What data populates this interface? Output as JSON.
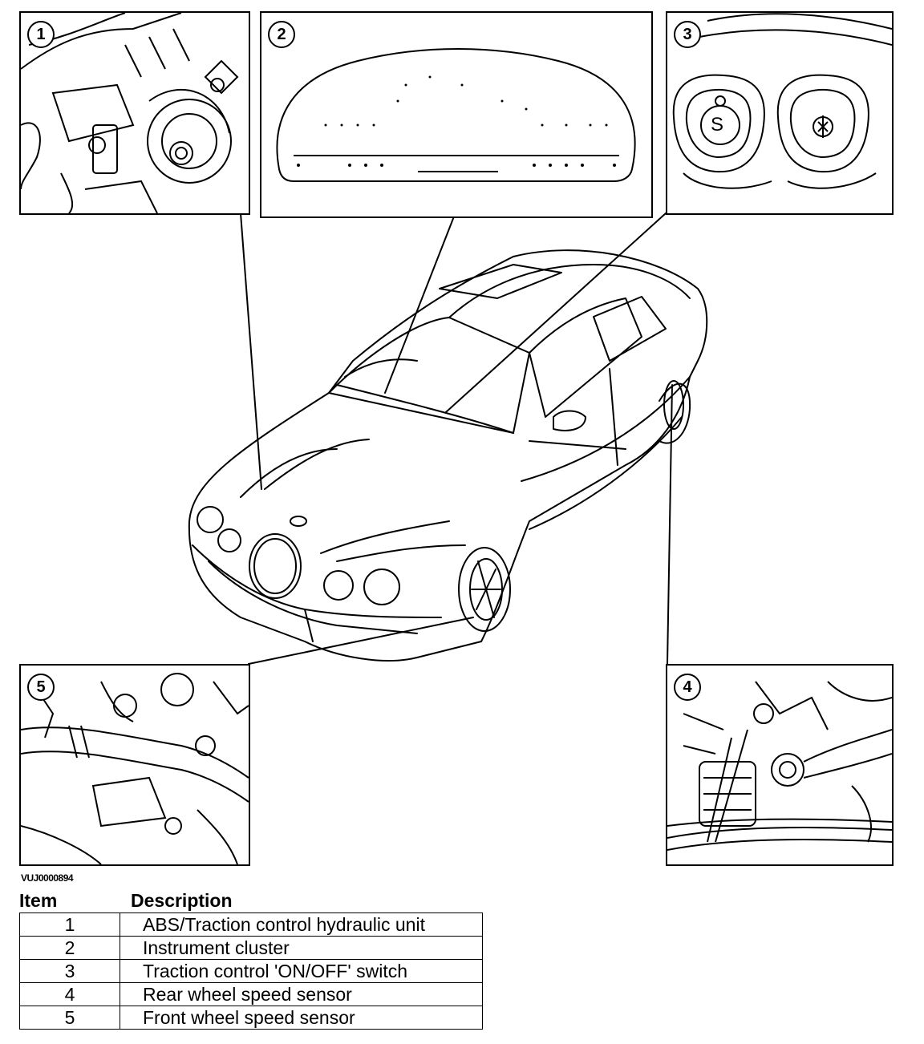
{
  "panels": [
    {
      "id": "1",
      "label": "1"
    },
    {
      "id": "2",
      "label": "2"
    },
    {
      "id": "3",
      "label": "3"
    },
    {
      "id": "4",
      "label": "4"
    },
    {
      "id": "5",
      "label": "5"
    }
  ],
  "switch_symbol": "S",
  "reference_code": "VUJ0000894",
  "legend": {
    "item_header": "Item",
    "description_header": "Description",
    "rows": [
      {
        "item": "1",
        "description": "ABS/Traction control hydraulic unit"
      },
      {
        "item": "2",
        "description": "Instrument cluster"
      },
      {
        "item": "3",
        "description": "Traction control 'ON/OFF' switch"
      },
      {
        "item": "4",
        "description": "Rear wheel speed sensor"
      },
      {
        "item": "5",
        "description": "Front wheel speed sensor"
      }
    ]
  }
}
